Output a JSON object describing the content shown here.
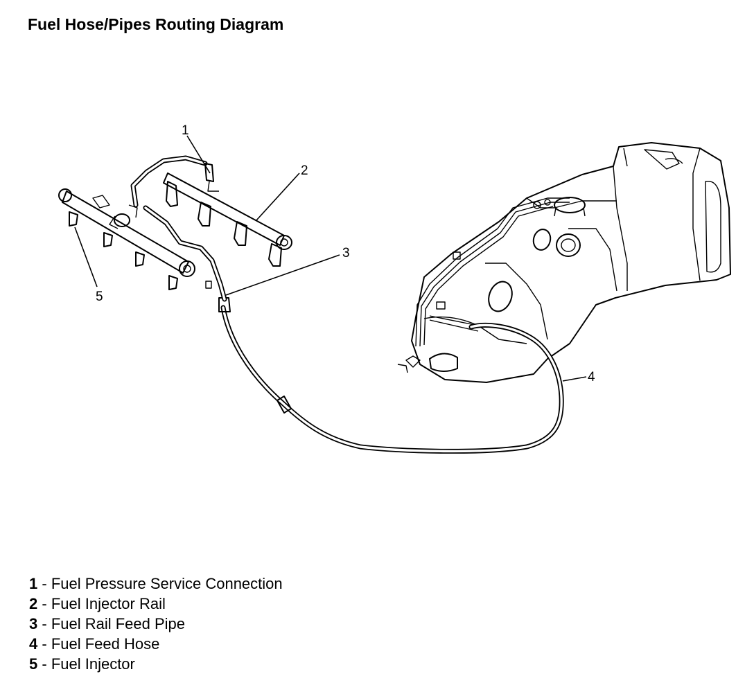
{
  "title": "Fuel Hose/Pipes Routing Diagram",
  "callouts": [
    "1",
    "2",
    "3",
    "4",
    "5"
  ],
  "legend": [
    {
      "num": "1",
      "text": "Fuel Pressure Service Connection"
    },
    {
      "num": "2",
      "text": "Fuel Injector Rail"
    },
    {
      "num": "3",
      "text": "Fuel Rail Feed Pipe"
    },
    {
      "num": "4",
      "text": "Fuel Feed Hose"
    },
    {
      "num": "5",
      "text": "Fuel Injector"
    }
  ]
}
